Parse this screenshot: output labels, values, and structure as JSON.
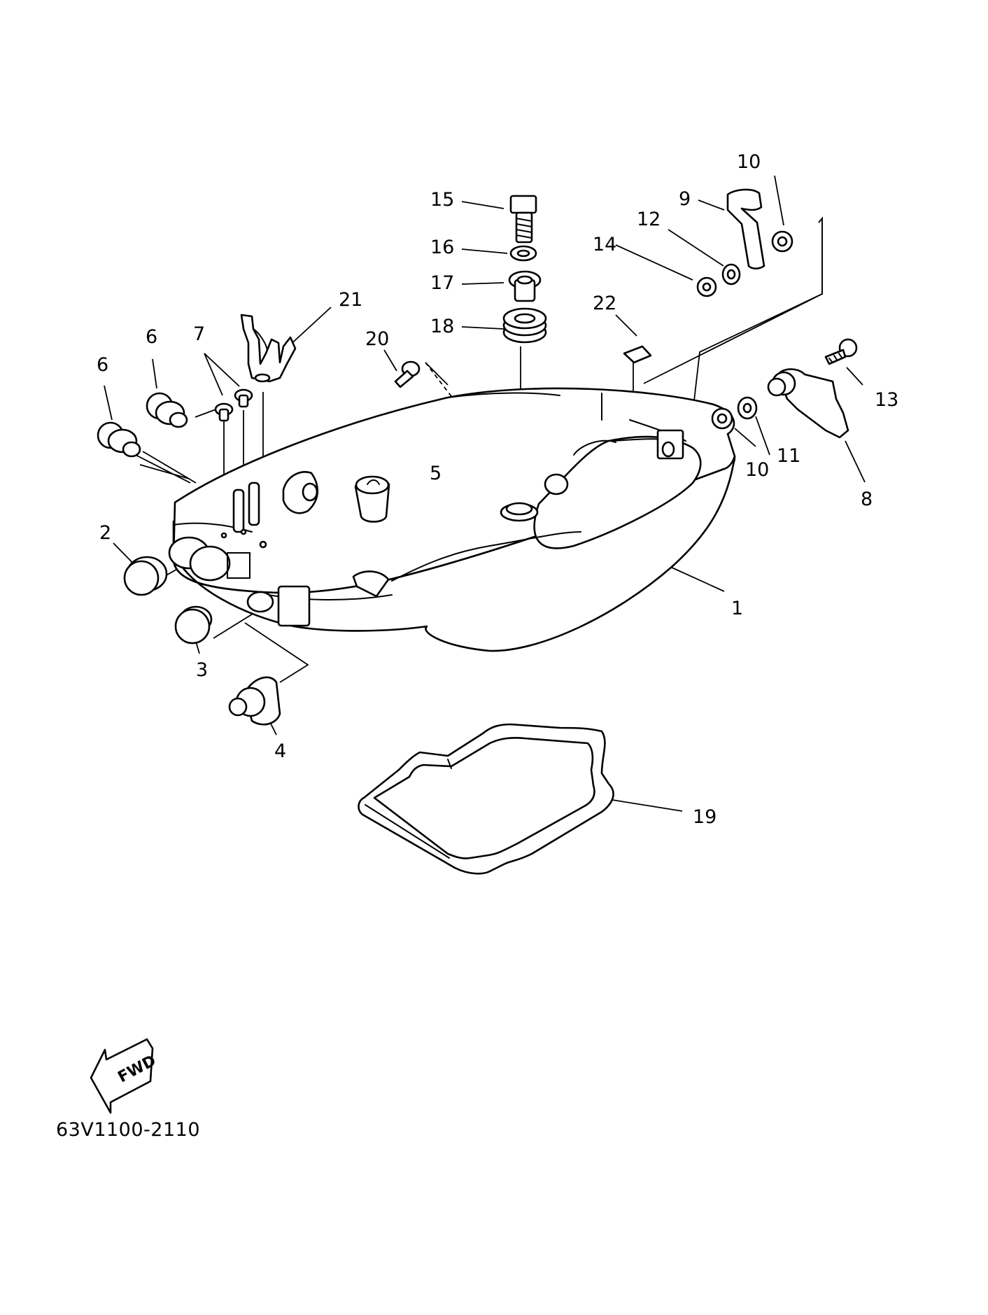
{
  "diagram": {
    "part_code": "63V1100-2110",
    "fwd_label": "FWD",
    "callouts": [
      "1",
      "2",
      "3",
      "4",
      "5",
      "6",
      "6",
      "7",
      "8",
      "9",
      "10",
      "10",
      "11",
      "12",
      "13",
      "14",
      "15",
      "16",
      "17",
      "18",
      "19",
      "20",
      "21",
      "22"
    ]
  },
  "colors": {
    "line": "#000000",
    "background": "#ffffff"
  }
}
